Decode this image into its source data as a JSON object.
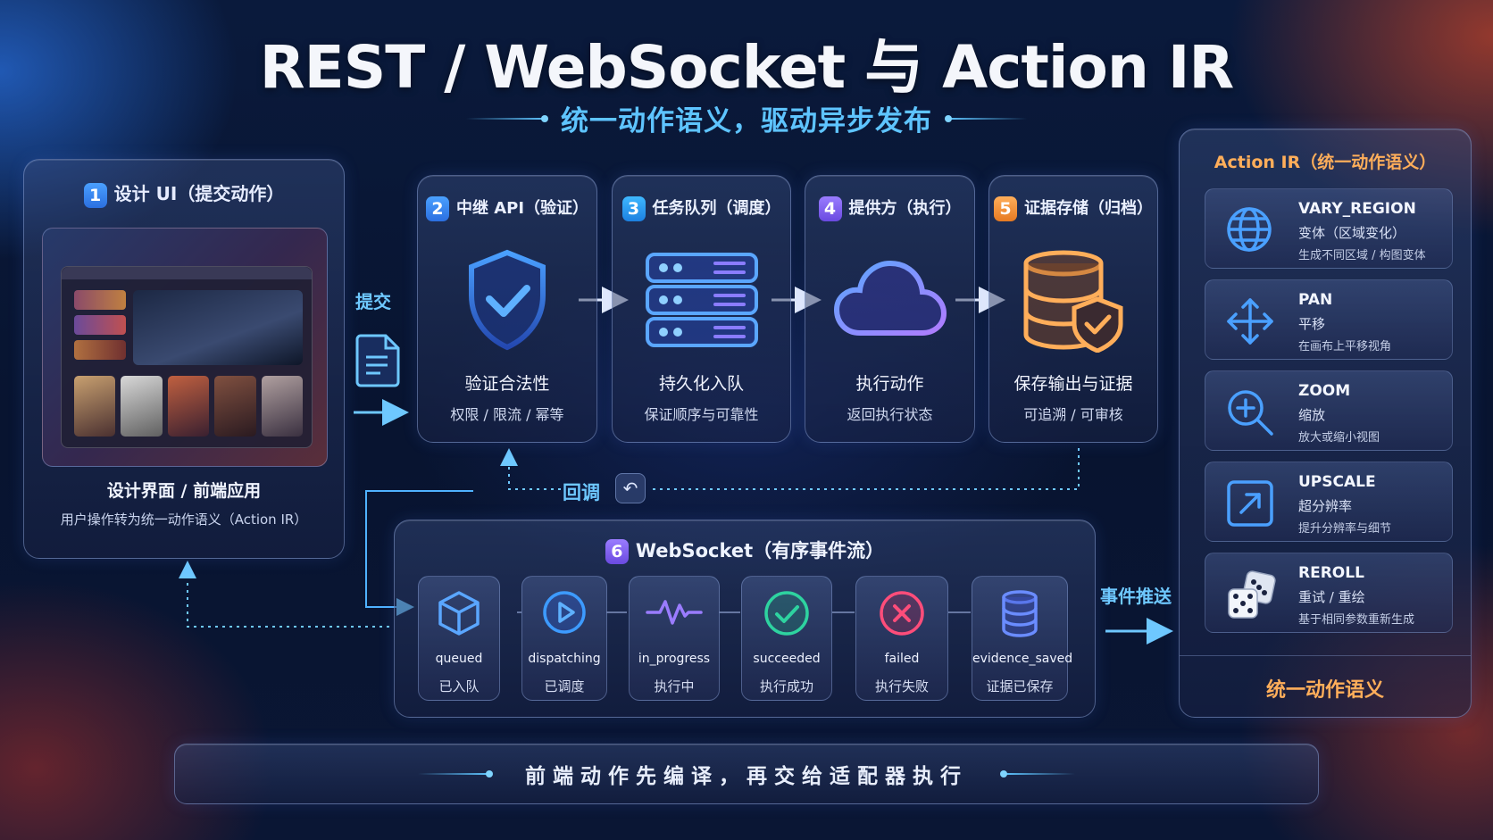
{
  "header": {
    "title": "REST / WebSocket 与 Action IR",
    "subtitle": "统一动作语义，驱动异步发布"
  },
  "step1": {
    "num": "1",
    "title": "设计 UI（提交动作）",
    "caption": "设计界面 / 前端应用",
    "subcaption": "用户操作转为统一动作语义（Action IR）",
    "icon": "app-screenshot"
  },
  "submit_label": "提交",
  "steps": [
    {
      "num": "2",
      "title": "中继 API（验证）",
      "icon": "shield-check-icon",
      "caption": "验证合法性",
      "subcaption": "权限 / 限流 / 幂等",
      "color": "#3d8dff"
    },
    {
      "num": "3",
      "title": "任务队列（调度）",
      "icon": "server-stack-icon",
      "caption": "持久化入队",
      "subcaption": "保证顺序与可靠性",
      "color": "#5aa6ff"
    },
    {
      "num": "4",
      "title": "提供方（执行）",
      "icon": "cloud-icon",
      "caption": "执行动作",
      "subcaption": "返回执行状态",
      "color": "#9a7cff"
    },
    {
      "num": "5",
      "title": "证据存储（归档）",
      "icon": "database-shield-icon",
      "caption": "保存输出与证据",
      "subcaption": "可追溯 / 可审核",
      "color": "#ffae5a"
    }
  ],
  "callback_label": "回调",
  "websocket": {
    "num": "6",
    "title": "WebSocket（有序事件流）",
    "events": [
      {
        "en": "queued",
        "zh": "已入队",
        "icon": "cube-icon",
        "color": "#5aa6ff"
      },
      {
        "en": "dispatching",
        "zh": "已调度",
        "icon": "play-icon",
        "color": "#3d9bff"
      },
      {
        "en": "in_progress",
        "zh": "执行中",
        "icon": "pulse-icon",
        "color": "#9a7cff"
      },
      {
        "en": "succeeded",
        "zh": "执行成功",
        "icon": "check-circle-icon",
        "color": "#2ed3a0"
      },
      {
        "en": "failed",
        "zh": "执行失败",
        "icon": "x-circle-icon",
        "color": "#ff4d7a"
      },
      {
        "en": "evidence_saved",
        "zh": "证据已保存",
        "icon": "database-icon",
        "color": "#6a8cff"
      }
    ]
  },
  "push_label": "事件推送",
  "action_ir": {
    "title": "Action IR（统一动作语义）",
    "items": [
      {
        "name": "VARY_REGION",
        "zh": "变体（区域变化）",
        "desc": "生成不同区域 / 构图变体",
        "icon": "globe-icon"
      },
      {
        "name": "PAN",
        "zh": "平移",
        "desc": "在画布上平移视角",
        "icon": "move-arrows-icon"
      },
      {
        "name": "ZOOM",
        "zh": "缩放",
        "desc": "放大或缩小视图",
        "icon": "zoom-in-icon"
      },
      {
        "name": "UPSCALE",
        "zh": "超分辨率",
        "desc": "提升分辨率与细节",
        "icon": "upscale-arrow-icon"
      },
      {
        "name": "REROLL",
        "zh": "重试 / 重绘",
        "desc": "基于相同参数重新生成",
        "icon": "dice-icon"
      }
    ],
    "footer": "统一动作语义"
  },
  "banner": {
    "text": "前端动作先编译，再交给适配器执行"
  }
}
